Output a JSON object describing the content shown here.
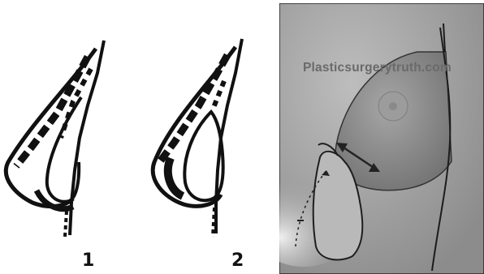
{
  "panels": [
    {
      "label": "1"
    },
    {
      "label": "2"
    },
    {
      "watermark": "Plasticsurgerytruth.com"
    }
  ],
  "colors": {
    "ink": "#111111",
    "photo_bg": "#a9a9a9",
    "breast_shade": "#8f8f8f",
    "implant_fill": "#b8b8b8",
    "arrow": "#222222"
  }
}
